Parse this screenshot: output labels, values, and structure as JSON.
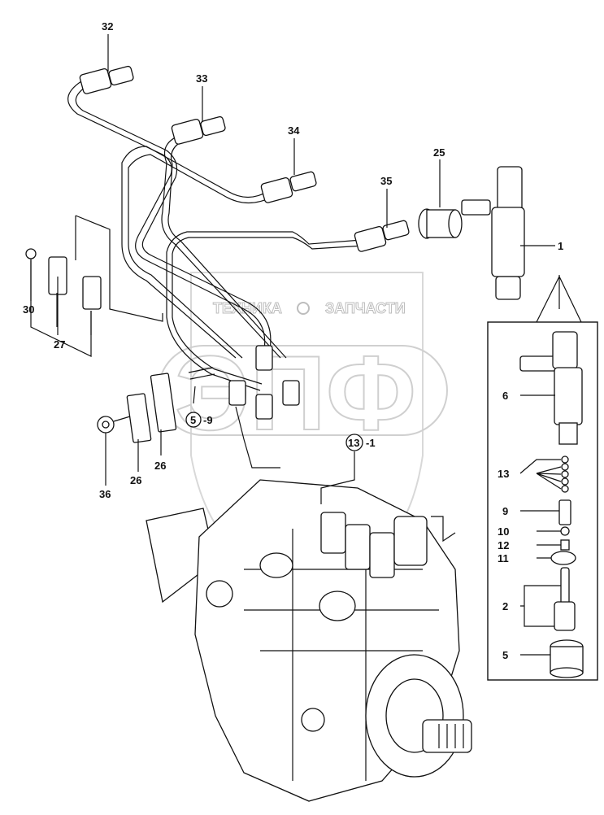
{
  "watermark": {
    "left_text": "ТЕХНИКА",
    "right_text": "ЗАПЧАСТИ",
    "logo_letters": "ЭПФ"
  },
  "callouts": {
    "c32": "32",
    "c33": "33",
    "c34": "34",
    "c35": "35",
    "c25": "25",
    "c1": "1",
    "c30": "30",
    "c27": "27",
    "c5_9_num": "5",
    "c5_9_suffix": "-9",
    "c26a": "26",
    "c26b": "26",
    "c36": "36",
    "c13_1_num": "13",
    "c13_1_suffix": "-1",
    "c6": "6",
    "c13": "13",
    "c9": "9",
    "c10": "10",
    "c12": "12",
    "c11": "11",
    "c2": "2",
    "c5": "5"
  }
}
